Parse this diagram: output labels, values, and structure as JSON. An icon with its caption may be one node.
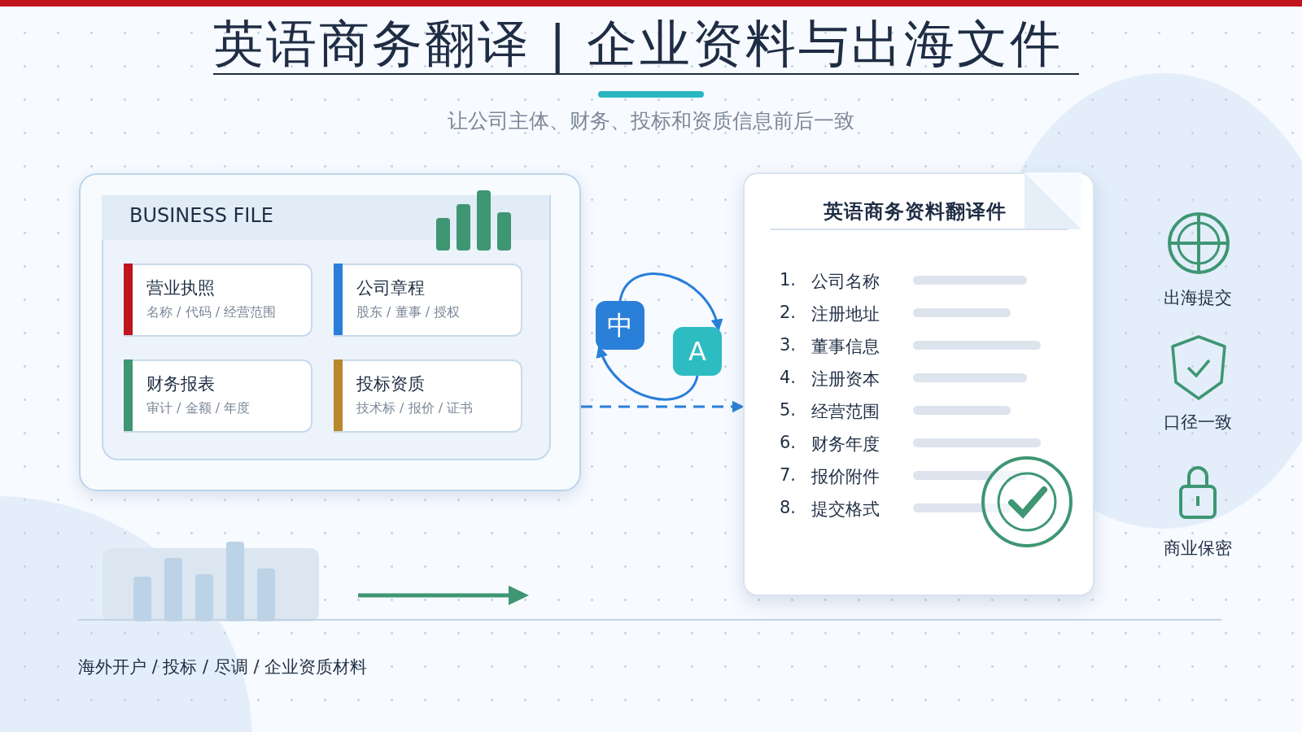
{
  "diagram": {
    "title": "英语商务翻译 | 企业资料与出海文件",
    "nodes": [
      {
        "text": [
          "BUSINESS FILE"
        ]
      },
      {
        "text": [
          "营业执照",
          "名称 / 代码 / 经营范围"
        ],
        "in": 0
      },
      {
        "text": [
          "公司章程",
          "股东 / 董事 / 授权"
        ],
        "in": 0
      },
      {
        "text": [
          "财务报表",
          "审计 / 金额 / 年度"
        ],
        "in": 0
      },
      {
        "text": [
          "投标资质",
          "技术标 / 报价 / 证书"
        ],
        "in": 0
      },
      {
        "text": [
          "中"
        ]
      },
      {
        "text": [
          "A"
        ]
      },
      {
        "text": [
          "英语商务资料翻译件"
        ]
      }
    ],
    "edges": [
      {
        "from": 5,
        "to": 6,
        "arrow": "to"
      },
      {
        "from": 6,
        "to": 5,
        "arrow": "to"
      },
      {
        "from": 0,
        "to": 7,
        "arrow": "to",
        "style": "dashed"
      }
    ],
    "labels": [
      "让公司主体、财务、投标和资质信息前后一致",
      "1.",
      "公司名称",
      "2.",
      "注册地址",
      "3.",
      "董事信息",
      "4.",
      "注册资本",
      "5.",
      "经营范围",
      "6.",
      "财务年度",
      "7.",
      "报价附件",
      "8.",
      "提交格式",
      "出海提交",
      "口径一致",
      "商业保密",
      "海外开户 / 投标 / 尽调 / 企业资质材料"
    ]
  }
}
